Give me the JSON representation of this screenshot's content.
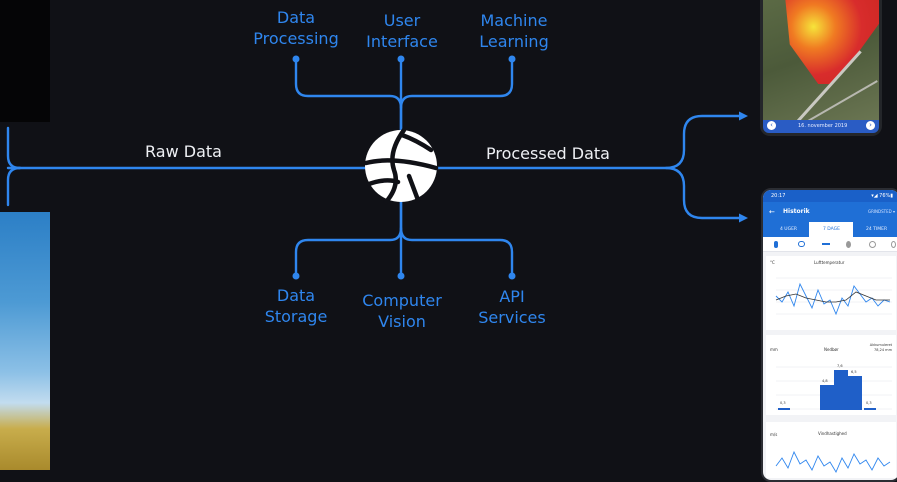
{
  "hub": {
    "top_nodes": [
      {
        "label_line1": "Data",
        "label_line2": "Processing"
      },
      {
        "label_line1": "User",
        "label_line2": "Interface"
      },
      {
        "label_line1": "Machine",
        "label_line2": "Learning"
      }
    ],
    "bottom_nodes": [
      {
        "label_line1": "Data",
        "label_line2": "Storage"
      },
      {
        "label_line1": "Computer",
        "label_line2": "Vision"
      },
      {
        "label_line1": "API",
        "label_line2": "Services"
      }
    ],
    "input_label": "Raw Data",
    "output_label": "Processed Data"
  },
  "phone_map": {
    "date_label": "16. november 2019"
  },
  "phone_weather": {
    "status_time": "20:17",
    "status_right": "▾◢ 76%▮",
    "header_title": "Historik",
    "header_right": "GRINDSTED ▾",
    "tabs": [
      "4 UGER",
      "7 DAGE",
      "24 TIMER"
    ],
    "chart1": {
      "title": "Lufttemperatur",
      "unit": "°C"
    },
    "chart2": {
      "title": "Nedbør",
      "unit": "mm",
      "right_label": "Akkumuleret",
      "right_value": "78,24 mm",
      "bar_labels": [
        "0,3",
        "4,8",
        "7,6",
        "6,5",
        "0,3"
      ]
    },
    "chart3": {
      "title": "Vindhastighed",
      "unit": "m/s"
    }
  },
  "colors": {
    "accent": "#2f86ee",
    "background": "#101116"
  }
}
